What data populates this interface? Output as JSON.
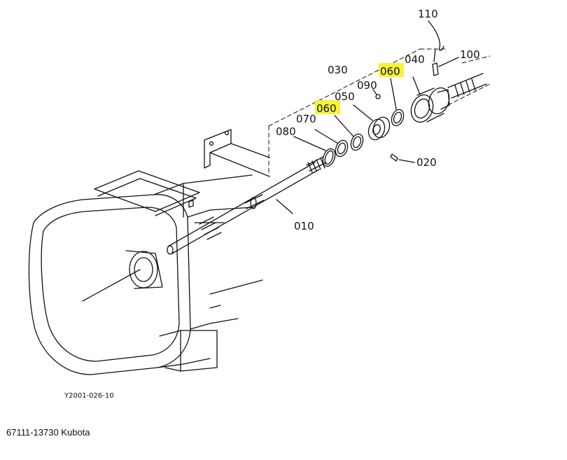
{
  "labels": {
    "p110": "110",
    "p100": "100",
    "p040": "040",
    "p060a": "060",
    "p030": "030",
    "p090": "090",
    "p050": "050",
    "p060b": "060",
    "p070": "070",
    "p080": "080",
    "p020": "020",
    "p010": "010"
  },
  "drawing_code": "Y2001-026-10",
  "caption": "67111-13730 Kubota",
  "highlight_color": "#f7f13a"
}
